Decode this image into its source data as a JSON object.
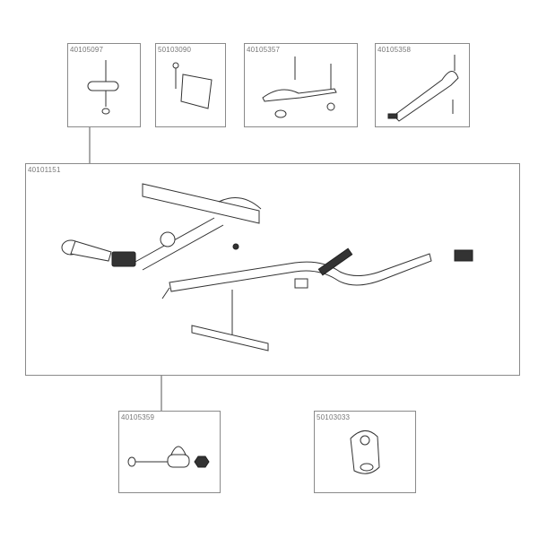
{
  "parts": [
    {
      "id": "box-1",
      "label": "40105097"
    },
    {
      "id": "box-2",
      "label": "50103090"
    },
    {
      "id": "box-3",
      "label": "40105357"
    },
    {
      "id": "box-4",
      "label": "40105358"
    },
    {
      "id": "main",
      "label": "40101151"
    },
    {
      "id": "box-5",
      "label": "40105359"
    },
    {
      "id": "box-6",
      "label": "50103033"
    }
  ]
}
